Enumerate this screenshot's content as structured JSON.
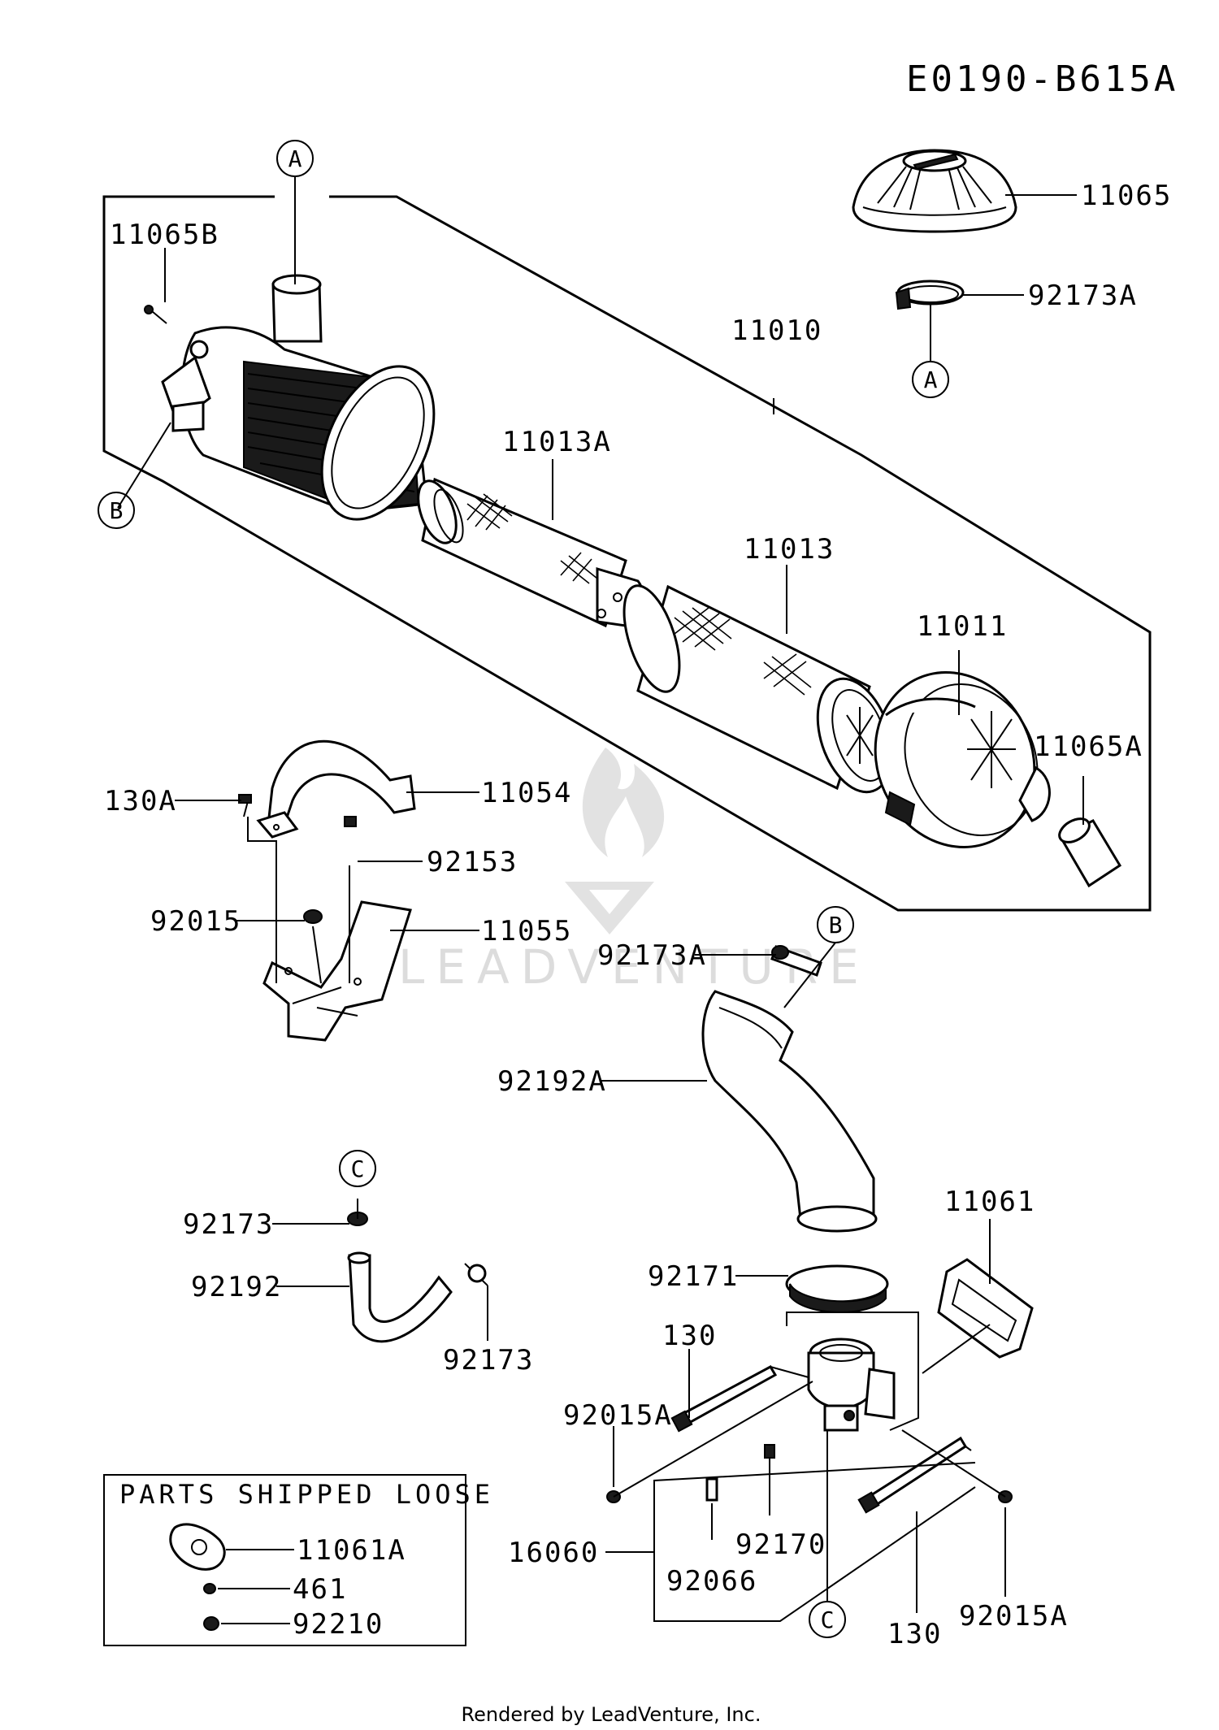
{
  "diagram": {
    "code": "E0190-B615A",
    "parts": {
      "p11065": "11065",
      "p92173A_top": "92173A",
      "p11065B": "11065B",
      "p11010": "11010",
      "p11013A": "11013A",
      "p11013": "11013",
      "p11011": "11011",
      "p11065A": "11065A",
      "p130A": "130A",
      "p11054": "11054",
      "p92153": "92153",
      "p92015": "92015",
      "p11055": "11055",
      "p92173A_mid": "92173A",
      "p92192A": "92192A",
      "p92173_a": "92173",
      "p92192": "92192",
      "p92173_b": "92173",
      "p11061": "11061",
      "p92171": "92171",
      "p130_a": "130",
      "p92015A_a": "92015A",
      "p16060": "16060",
      "p92066": "92066",
      "p92170": "92170",
      "p130_b": "130",
      "p92015A_b": "92015A"
    },
    "refs": {
      "ref_a_top": "A",
      "ref_a_cap": "A",
      "ref_b_left": "B",
      "ref_b_right": "B",
      "ref_c_hose": "C",
      "ref_c_carb": "C"
    },
    "loose_box": {
      "title": "PARTS SHIPPED LOOSE",
      "items": [
        "11061A",
        "461",
        "92210"
      ]
    },
    "watermark": "LEADVENTURE",
    "footer": "Rendered by LeadVenture, Inc."
  }
}
